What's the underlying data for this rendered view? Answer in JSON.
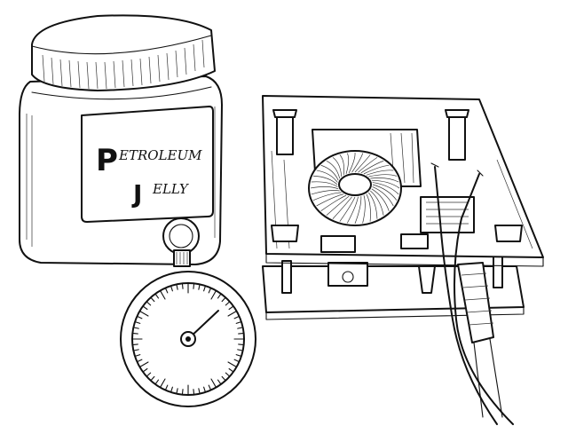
{
  "jar_label": {
    "line1_initial": "P",
    "line1_rest": "ETROLEUM",
    "line2_initial": "J",
    "line2_rest": "ELLY"
  },
  "icons": [
    "jar-icon",
    "stopwatch-icon",
    "circuit-board-icon"
  ]
}
